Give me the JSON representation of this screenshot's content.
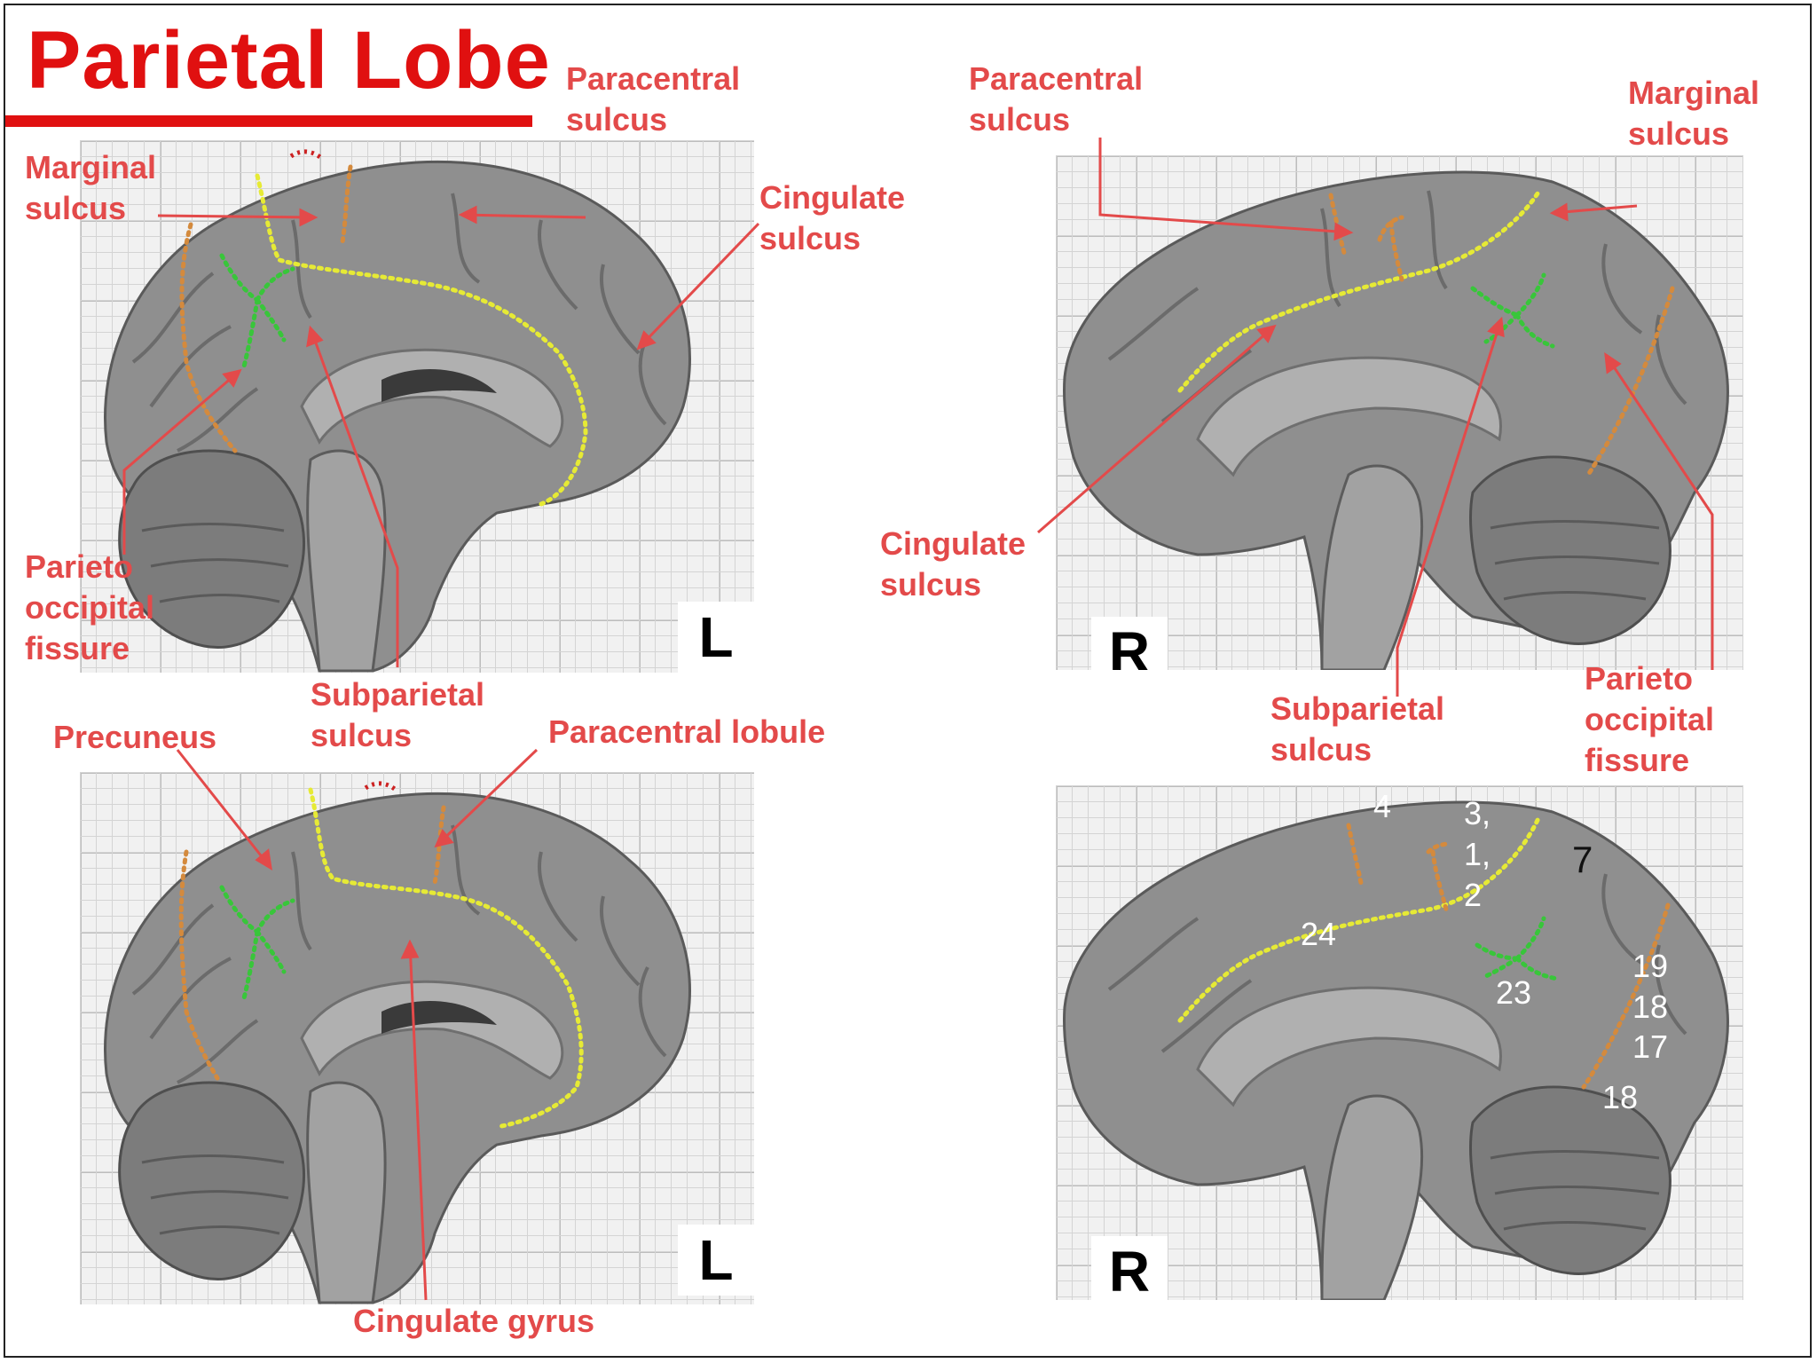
{
  "title": "Parietal Lobe",
  "colors": {
    "title": "#e01010",
    "label": "#e34a4a",
    "yellow_dots": "#e6ea35",
    "green_dots": "#38c63a",
    "orange_dots": "#d48a3d"
  },
  "side_labels": {
    "top_left": "L",
    "top_right": "R",
    "bottom_left": "L",
    "bottom_right": "R"
  },
  "labels": {
    "tl_paracentral": "Paracentral\nsulcus",
    "tl_marginal": "Marginal\nsulcus",
    "tl_cingulate": "Cingulate\nsulcus",
    "tl_parieto": "Parieto\noccipital\nfissure",
    "tl_subparietal": "Subparietal\nsulcus",
    "tr_paracentral": "Paracentral\nsulcus",
    "tr_marginal": "Marginal\nsulcus",
    "tr_cingulate": "Cingulate\nsulcus",
    "tr_subparietal": "Subparietal\nsulcus",
    "tr_parieto": "Parieto\noccipital\nfissure",
    "bl_precuneus": "Precuneus",
    "bl_paracentral_lobule": "Paracentral  lobule",
    "bl_cingulate_gyrus": "Cingulate gyrus"
  },
  "brodmann_areas": {
    "a4": "4",
    "a312": "3,\n1,\n2",
    "a7": "7",
    "a24": "24",
    "a23": "23",
    "a19": "19",
    "a18": "18",
    "a17": "17",
    "a18b": "18"
  }
}
